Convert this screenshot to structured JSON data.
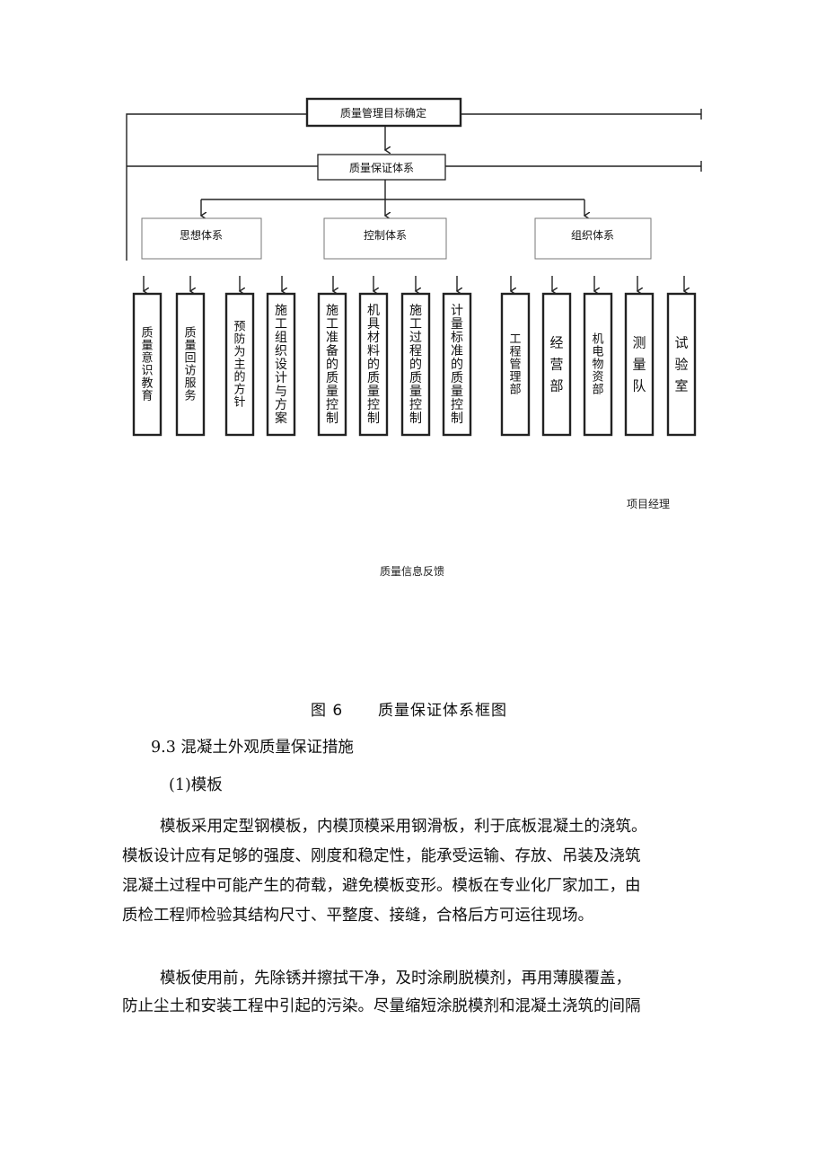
{
  "diagram": {
    "goal_box": "质量管理目标确定",
    "system_box": "质量保证体系",
    "groups": [
      "思想体系",
      "控制体系",
      "组织体系"
    ],
    "leaves": [
      "质量意识教育",
      "质量回访服务",
      "预防为主的方针",
      "施工组织设计与方案",
      "施工准备的质量控制",
      "机具材料的质量控制",
      "施工过程的质量控制",
      "计量标准的质量控制",
      "工程管理部",
      "经营部",
      "机电物资部",
      "测量队",
      "试验室"
    ],
    "label_pm": "项目经理",
    "label_feedback": "质量信息反馈"
  },
  "caption": {
    "figure_no": "图 6",
    "figure_title": "质量保证体系框图"
  },
  "section": {
    "heading": "9.3 混凝土外观质量保证措施",
    "sub_heading": "(1)模板",
    "para1_lines": [
      "模板采用定型钢模板，内模顶模采用钢滑板，利于底板混凝土的浇筑。",
      "模板设计应有足够的强度、刚度和稳定性，能承受运输、存放、吊装及浇筑",
      "混凝土过程中可能产生的荷载，避免模板变形。模板在专业化厂家加工，由",
      "质检工程师检验其结构尺寸、平整度、接缝，合格后方可运往现场。"
    ],
    "para2_lines": [
      "模板使用前，先除锈并擦拭干净，及时涂刷脱模剂，再用薄膜覆盖，",
      "防止尘土和安装工程中引起的污染。尽量缩短涂脱模剂和混凝土浇筑的间隔"
    ]
  }
}
